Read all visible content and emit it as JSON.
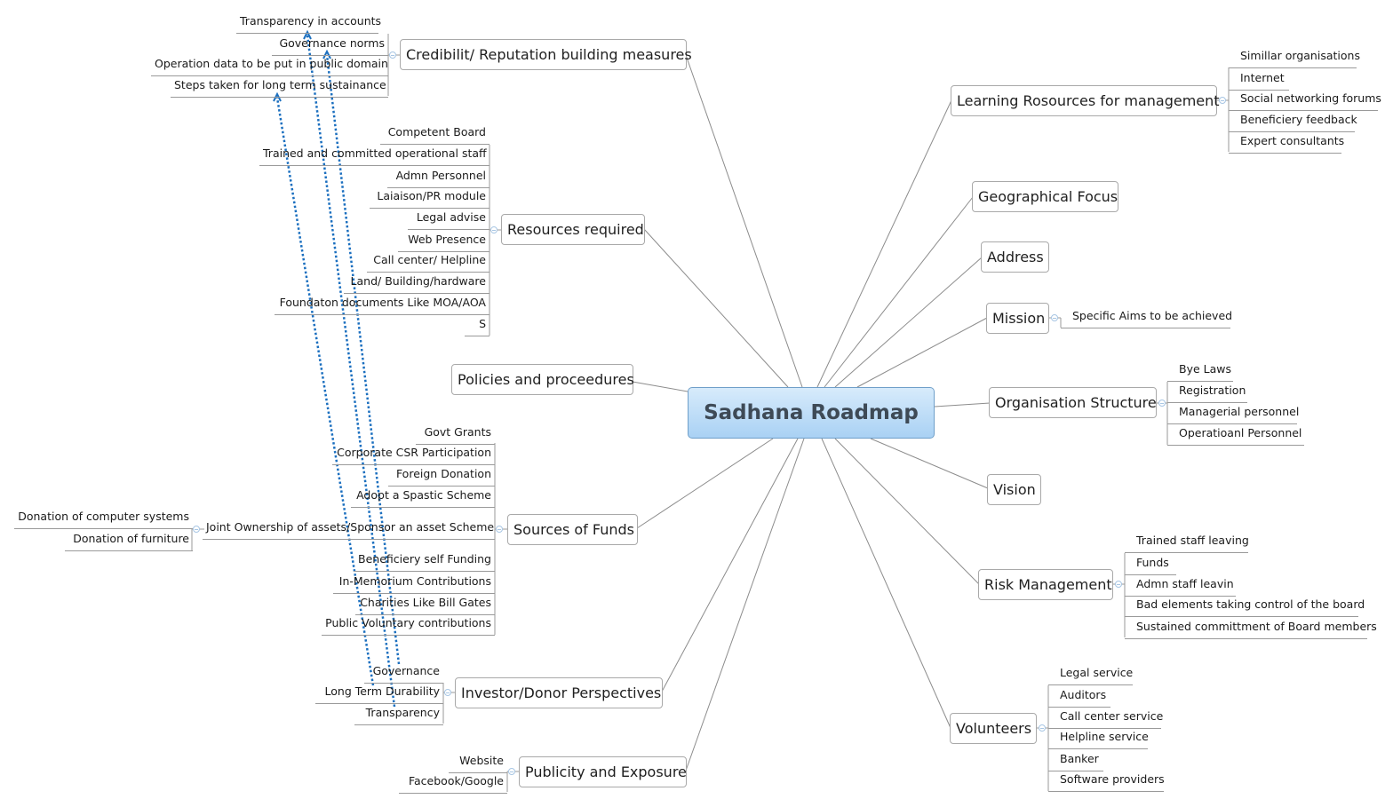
{
  "root": {
    "label": "Sadhana Roadmap"
  },
  "branches": {
    "credibility": {
      "label": "Credibilit/ Reputation building measures",
      "children": [
        "Transparency in accounts",
        "Governance norms",
        "Operation data to be put in public domain",
        "Steps taken for long term sustainance"
      ]
    },
    "resources": {
      "label": "Resources required",
      "children": [
        "Competent Board",
        "Trained and committed operational staff",
        "Admn Personnel",
        "Laiaison/PR module",
        "Legal advise",
        "Web Presence",
        "Call center/ Helpline",
        "Land/ Building/hardware",
        "Foundaton documents Like MOA/AOA",
        "S"
      ]
    },
    "policies": {
      "label": "Policies and proceedures"
    },
    "funds": {
      "label": "Sources of Funds",
      "children": [
        "Govt Grants",
        "Corporate CSR Participation",
        "Foreign Donation",
        "Adopt a Spastic Scheme",
        "Joint Ownership of assets/Sponsor an asset Scheme",
        "Beneficiery self Funding",
        "In-Memorium Contributions",
        "Charities Like Bill Gates",
        "Public Voluntary contributions"
      ],
      "joint_children": [
        "Donation of computer systems",
        "Donation of furniture"
      ]
    },
    "investor": {
      "label": "Investor/Donor Perspectives",
      "children": [
        "Governance",
        "Long Term Durability",
        "Transparency"
      ]
    },
    "publicity": {
      "label": "Publicity and Exposure",
      "children": [
        "Website",
        "Facebook/Google"
      ]
    },
    "learning": {
      "label": "Learning Rosources for management",
      "children": [
        "Simillar organisations",
        "Internet",
        "Social networking forums",
        "Beneficiery feedback",
        "Expert consultants"
      ]
    },
    "geo": {
      "label": "Geographical Focus"
    },
    "address": {
      "label": "Address"
    },
    "mission": {
      "label": "Mission",
      "children": [
        "Specific  Aims to be achieved"
      ]
    },
    "org": {
      "label": "Organisation Structure",
      "children": [
        "Bye Laws",
        "Registration",
        "Managerial personnel",
        "Operatioanl  Personnel"
      ]
    },
    "vision": {
      "label": "Vision"
    },
    "risk": {
      "label": "Risk Management",
      "children": [
        "Trained staff leaving",
        "Funds",
        "Admn staff leavin",
        "Bad elements taking control of the board",
        "Sustained committment of Board members"
      ]
    },
    "volunteers": {
      "label": "Volunteers",
      "children": [
        "Legal service",
        "Auditors",
        "Call center service",
        "Helpline service",
        "Banker",
        "Software providers"
      ]
    }
  },
  "colors": {
    "root_fill_top": "#d7ebfb",
    "root_fill_bottom": "#a9d1f4",
    "relationship": "#1b6fbf",
    "line": "#8c8c8c"
  }
}
